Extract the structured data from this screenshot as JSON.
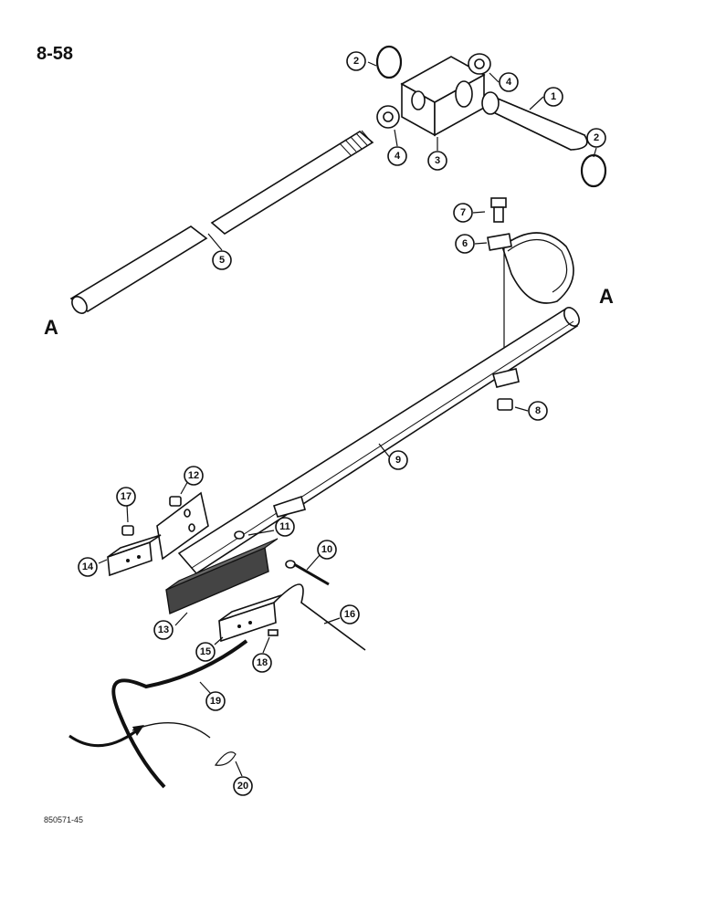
{
  "page": {
    "number": "8-58",
    "drawing_code": "850571-45"
  },
  "reference_letters": [
    "A",
    "A"
  ],
  "callouts": [
    "1",
    "2",
    "2",
    "3",
    "4",
    "4",
    "5",
    "6",
    "7",
    "8",
    "9",
    "10",
    "11",
    "12",
    "13",
    "14",
    "15",
    "16",
    "17",
    "18",
    "19",
    "20"
  ]
}
